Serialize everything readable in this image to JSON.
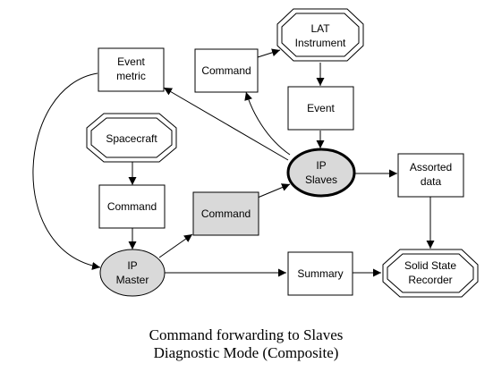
{
  "nodes": {
    "event_metric": [
      "Event",
      "metric"
    ],
    "command_top": "Command",
    "lat_instrument": [
      "LAT",
      "Instrument"
    ],
    "event": "Event",
    "spacecraft": "Spacecraft",
    "command_left": "Command",
    "command_mid": "Command",
    "ip_slaves": [
      "IP",
      "Slaves"
    ],
    "assorted_data": [
      "Assorted",
      "data"
    ],
    "ip_master": [
      "IP",
      "Master"
    ],
    "summary": "Summary",
    "ssr": [
      "Solid State",
      "Recorder"
    ]
  },
  "caption": {
    "line1": "Command forwarding to Slaves",
    "line2": "Diagnostic Mode (Composite)"
  },
  "colors": {
    "gray_fill": "#d9d9d9",
    "white_fill": "#ffffff",
    "stroke": "#000000"
  }
}
